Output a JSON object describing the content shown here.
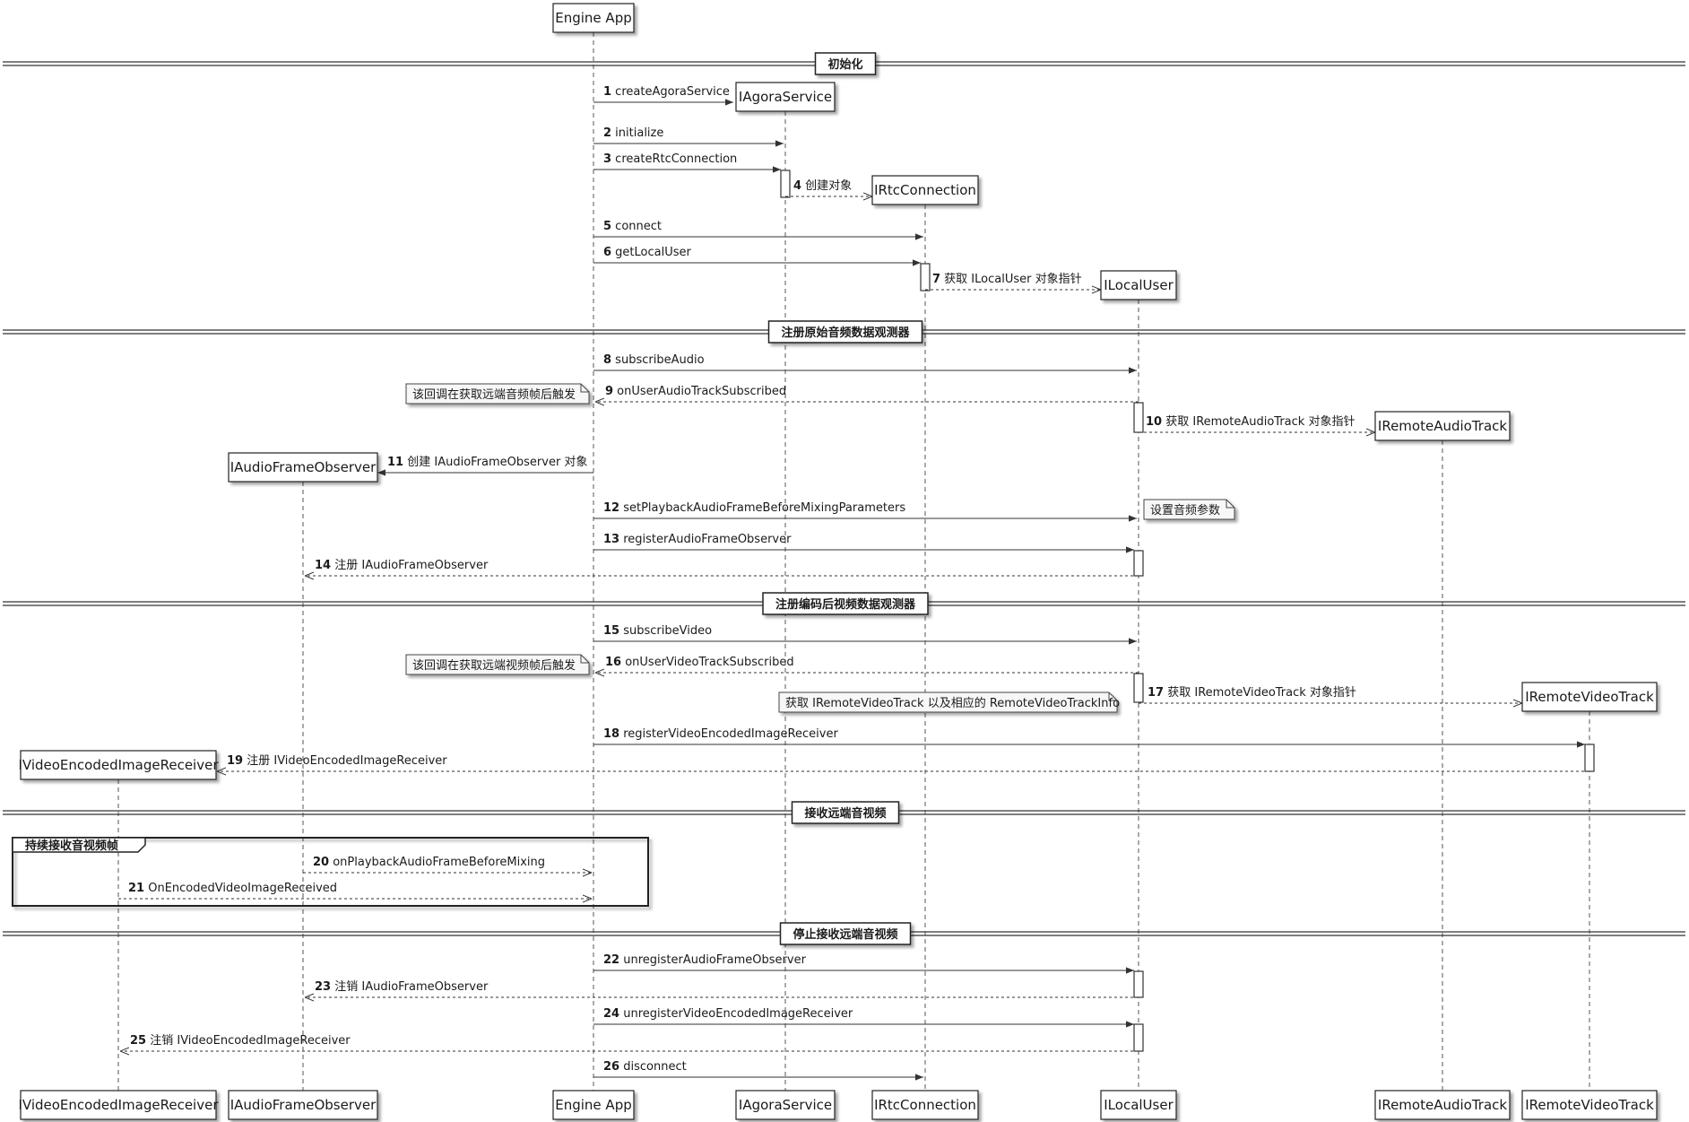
{
  "participants": [
    {
      "id": "eng",
      "name": "Engine App"
    },
    {
      "id": "ags",
      "name": "IAgoraService"
    },
    {
      "id": "rtc",
      "name": "IRtcConnection"
    },
    {
      "id": "lu",
      "name": "ILocalUser"
    },
    {
      "id": "rat",
      "name": "IRemoteAudioTrack"
    },
    {
      "id": "rvt",
      "name": "IRemoteVideoTrack"
    },
    {
      "id": "afo",
      "name": "IAudioFrameObserver"
    },
    {
      "id": "veir",
      "name": "IVideoEncodedImageReceiver"
    }
  ],
  "dividers": [
    {
      "label": "初始化"
    },
    {
      "label": "注册原始音频数据观测器"
    },
    {
      "label": "注册编码后视频数据观测器"
    },
    {
      "label": "接收远端音视频"
    },
    {
      "label": "停止接收远端音视频"
    }
  ],
  "messages": [
    {
      "num": "1",
      "text": "createAgoraService"
    },
    {
      "num": "2",
      "text": "initialize"
    },
    {
      "num": "3",
      "text": "createRtcConnection"
    },
    {
      "num": "4",
      "text": "创建对象"
    },
    {
      "num": "5",
      "text": "connect"
    },
    {
      "num": "6",
      "text": "getLocalUser"
    },
    {
      "num": "7",
      "text": "获取 ILocalUser 对象指针"
    },
    {
      "num": "8",
      "text": "subscribeAudio"
    },
    {
      "num": "9",
      "text": "onUserAudioTrackSubscribed"
    },
    {
      "num": "10",
      "text": "获取 IRemoteAudioTrack 对象指针"
    },
    {
      "num": "11",
      "text": "创建 IAudioFrameObserver 对象"
    },
    {
      "num": "12",
      "text": "setPlaybackAudioFrameBeforeMixingParameters"
    },
    {
      "num": "13",
      "text": "registerAudioFrameObserver"
    },
    {
      "num": "14",
      "text": "注册 IAudioFrameObserver"
    },
    {
      "num": "15",
      "text": "subscribeVideo"
    },
    {
      "num": "16",
      "text": "onUserVideoTrackSubscribed"
    },
    {
      "num": "17",
      "text": "获取 IRemoteVideoTrack 对象指针"
    },
    {
      "num": "18",
      "text": "registerVideoEncodedImageReceiver"
    },
    {
      "num": "19",
      "text": "注册 IVideoEncodedImageReceiver"
    },
    {
      "num": "20",
      "text": "onPlaybackAudioFrameBeforeMixing"
    },
    {
      "num": "21",
      "text": "OnEncodedVideoImageReceived"
    },
    {
      "num": "22",
      "text": "unregisterAudioFrameObserver"
    },
    {
      "num": "23",
      "text": "注销 IAudioFrameObserver"
    },
    {
      "num": "24",
      "text": "unregisterVideoEncodedImageReceiver"
    },
    {
      "num": "25",
      "text": "注销 IVideoEncodedImageReceiver"
    },
    {
      "num": "26",
      "text": "disconnect"
    }
  ],
  "notes": [
    {
      "text": "该回调在获取远端音频帧后触发"
    },
    {
      "text": "设置音频参数"
    },
    {
      "text": "该回调在获取远端视频帧后触发"
    },
    {
      "text": "获取 IRemoteVideoTrack 以及相应的 RemoteVideoTrackInfo"
    }
  ],
  "loop": {
    "label": "持续接收音视频帧"
  }
}
